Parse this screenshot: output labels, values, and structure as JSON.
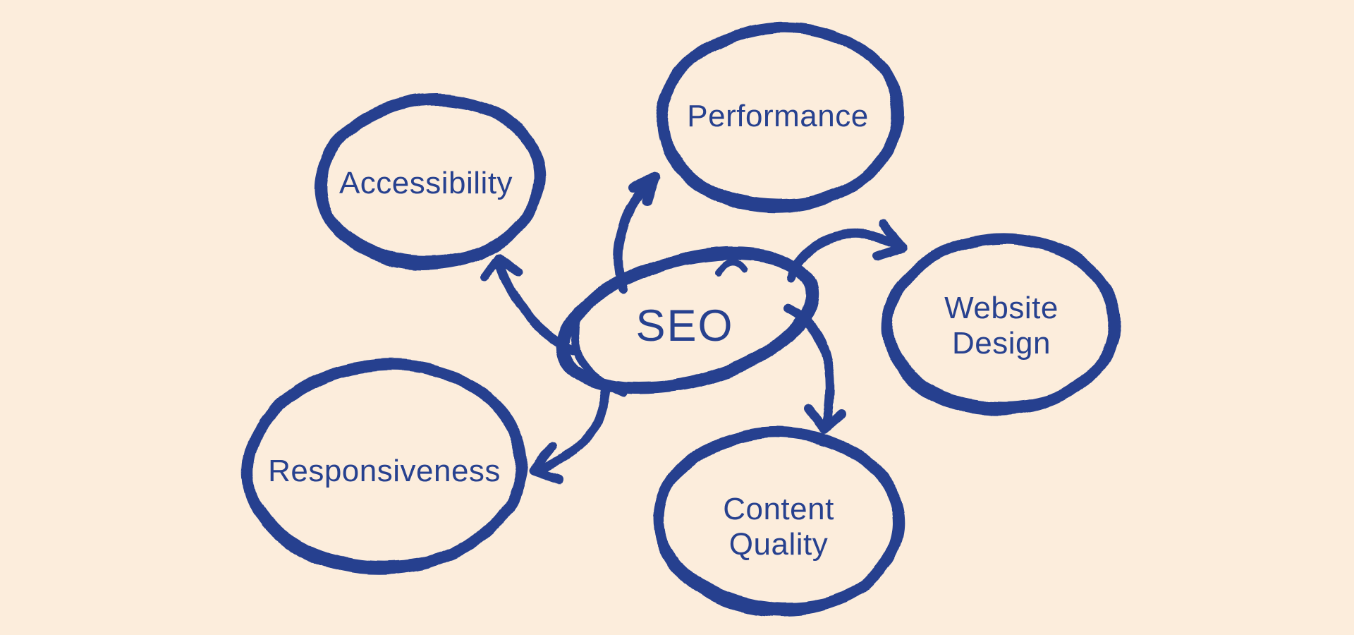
{
  "colors": {
    "background": "#fceddc",
    "ink": "#27418f"
  },
  "diagram": {
    "type": "mindmap",
    "center": {
      "id": "seo",
      "label": "SEO"
    },
    "nodes": [
      {
        "id": "performance",
        "label": "Performance"
      },
      {
        "id": "accessibility",
        "label": "Accessibility"
      },
      {
        "id": "website-design",
        "label": "Website\nDesign"
      },
      {
        "id": "responsiveness",
        "label": "Responsiveness"
      },
      {
        "id": "content-quality",
        "label": "Content\nQuality"
      }
    ],
    "edges": [
      {
        "from": "seo",
        "to": "performance"
      },
      {
        "from": "seo",
        "to": "accessibility"
      },
      {
        "from": "seo",
        "to": "website-design"
      },
      {
        "from": "seo",
        "to": "responsiveness"
      },
      {
        "from": "seo",
        "to": "content-quality"
      }
    ]
  }
}
